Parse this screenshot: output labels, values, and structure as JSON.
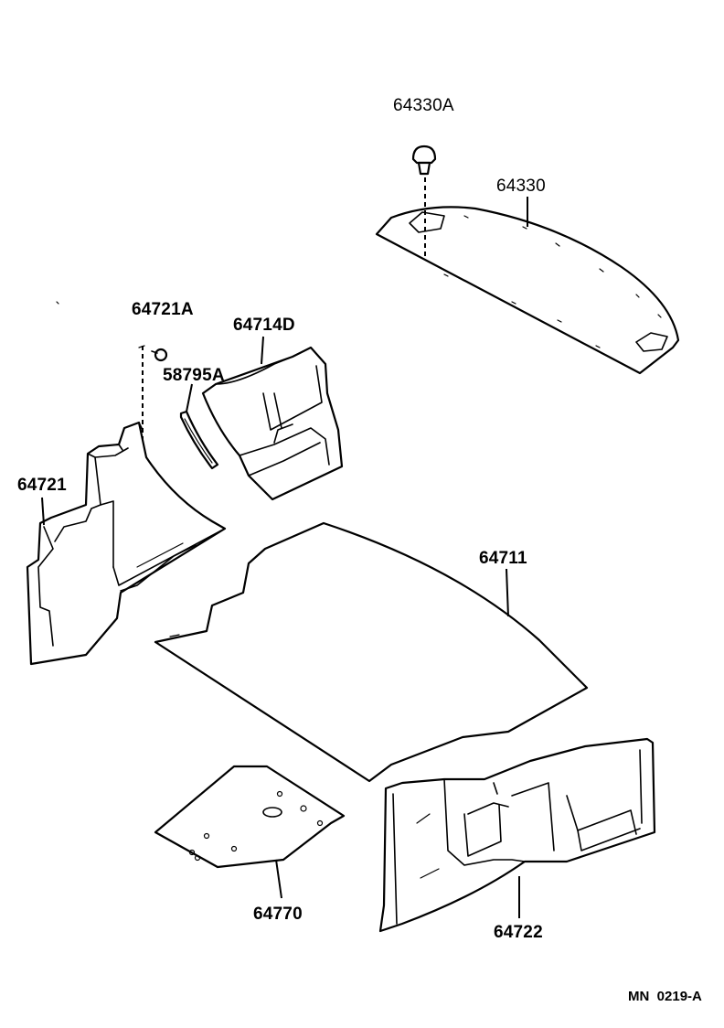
{
  "labels": {
    "p64330A": "64330A",
    "p64330": "64330",
    "p64721A": "64721A",
    "p64714D": "64714D",
    "p58795A": "58795A",
    "p64721": "64721",
    "p64711": "64711",
    "p64770": "64770",
    "p64722": "64722"
  },
  "diagram_code": "MN  0219-A"
}
